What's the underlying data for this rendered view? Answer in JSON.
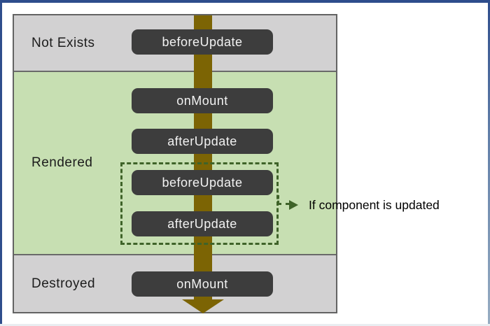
{
  "frame": {
    "border_color": "#2e4d8c"
  },
  "diagram": {
    "type": "lifecycle-flow",
    "bands": [
      {
        "label": "Not Exists",
        "bg": "#d2d1d2"
      },
      {
        "label": "Rendered",
        "bg": "#c7dfb2"
      },
      {
        "label": "Destroyed",
        "bg": "#d2d1d2"
      }
    ],
    "pills": [
      {
        "label": "beforeUpdate",
        "band": "Not Exists"
      },
      {
        "label": "onMount",
        "band": "Rendered"
      },
      {
        "label": "afterUpdate",
        "band": "Rendered"
      },
      {
        "label": "beforeUpdate",
        "band": "Rendered",
        "in_update_loop": true
      },
      {
        "label": "afterUpdate",
        "band": "Rendered",
        "in_update_loop": true
      },
      {
        "label": "onMount",
        "band": "Destroyed"
      }
    ],
    "flow_arrow": {
      "color": "#7c6404",
      "direction": "down"
    },
    "update_loop": {
      "border_color": "#3f6329",
      "style": "dashed"
    },
    "annotation": {
      "label": "If component is updated",
      "arrow_color": "#3f6329"
    },
    "pill_color": "#3d3d3d",
    "pill_text_color": "#f2f2f2"
  }
}
